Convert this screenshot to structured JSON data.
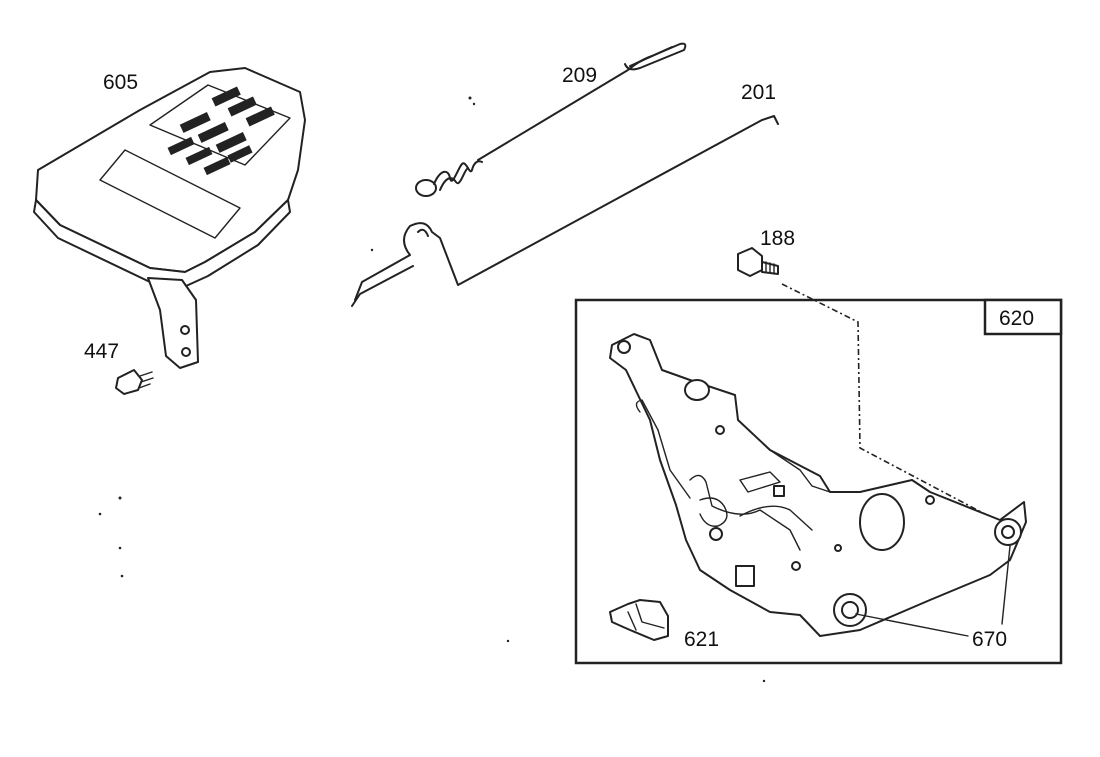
{
  "diagram": {
    "parts": [
      {
        "id": "605",
        "label": "605"
      },
      {
        "id": "447",
        "label": "447"
      },
      {
        "id": "209",
        "label": "209"
      },
      {
        "id": "201",
        "label": "201"
      },
      {
        "id": "188",
        "label": "188"
      },
      {
        "id": "620",
        "label": "620"
      },
      {
        "id": "621",
        "label": "621"
      },
      {
        "id": "670",
        "label": "670"
      }
    ]
  }
}
